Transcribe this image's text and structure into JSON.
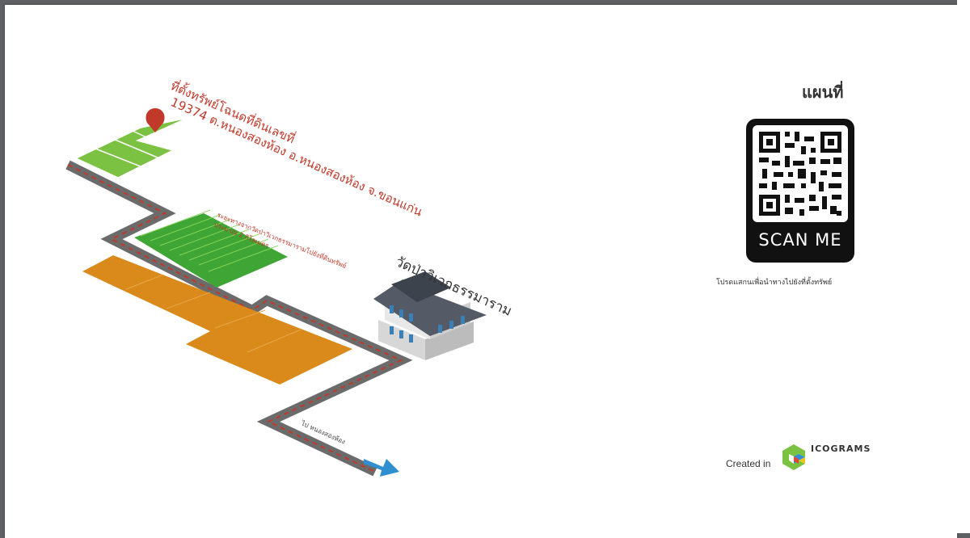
{
  "map": {
    "title": "แผนที่",
    "property_label_line1": "ที่ตั้งทรัพย์โฉนดที่ดินเลขที่",
    "property_label_line2": "19374 ต.หนองสองห้อง อ.หนองสองห้อง จ.ขอนแก่น",
    "temple_label": "วัดป่าวิเวกธรรมาราม",
    "field_note_line1": "ระยะทางจากวัดป่าวิเวกธรรมารามไปยังที่ดินทรัพย์",
    "field_note_line2": "ประมาณ 2 กิโลเมตร",
    "road_label": "ไป หนองสองห้อง"
  },
  "qr": {
    "scan_label": "SCAN ME",
    "caption": "โปรดแสกนเพื่อนำทางไปยังที่ตั้งทรัพย์"
  },
  "credit": {
    "created_in": "Created in",
    "logo": "ICOGRAMS"
  },
  "colors": {
    "road": "#6b6b6b",
    "road_line": "#c0392b",
    "grass": "#7cc242",
    "crop": "#3fa636",
    "orange_field": "#d98a1a",
    "label_red": "#c0392b",
    "arrow": "#2f8fd0",
    "pin": "#c0392b"
  }
}
